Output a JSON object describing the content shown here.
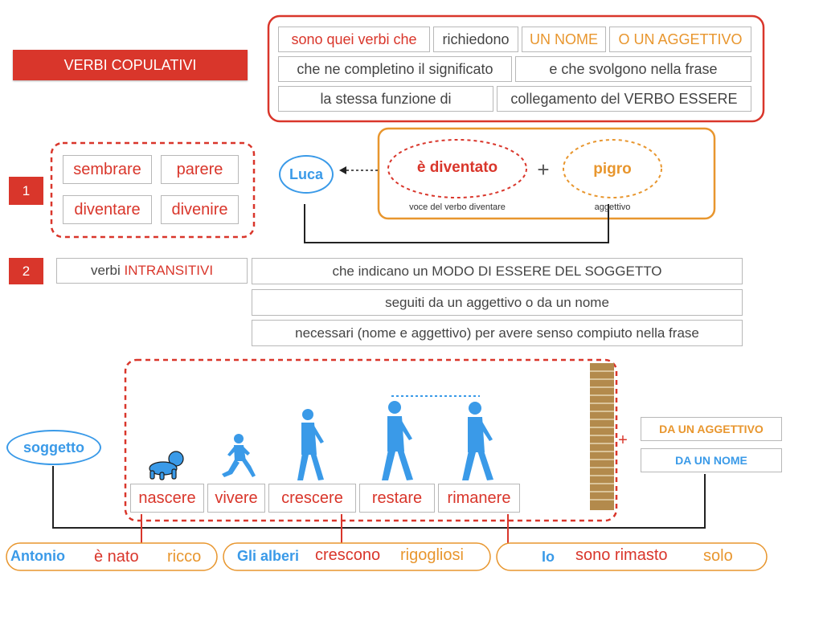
{
  "title": "VERBI COPULATIVI",
  "definition": {
    "row1": [
      "sono quei verbi che",
      "richiedono",
      "UN NOME",
      "O UN AGGETTIVO"
    ],
    "row2": [
      "che ne completino il significato",
      "e che svolgono nella frase"
    ],
    "row3": [
      "la stessa funzione di",
      "collegamento del VERBO ESSERE"
    ]
  },
  "section1": {
    "number": "1",
    "verbs": [
      "sembrare",
      "parere",
      "diventare",
      "divenire"
    ],
    "example": {
      "subject": "Luca",
      "verb": "è diventato",
      "plus": "+",
      "complement": "pigro",
      "verb_caption": "voce del verbo diventare",
      "complement_caption": "aggettivo"
    }
  },
  "section2": {
    "number": "2",
    "label_prefix": "verbi",
    "label_highlight": "INTRANSITIVI",
    "lines": [
      "che indicano un MODO DI ESSERE DEL SOGGETTO",
      "seguiti da un aggettivo o da un nome",
      "necessari (nome e aggettivo) per avere senso compiuto nella frase"
    ]
  },
  "bottom": {
    "subject": "soggetto",
    "verbs": [
      "nascere",
      "vivere",
      "crescere",
      "restare",
      "rimanere"
    ],
    "plus": "+",
    "complements": [
      "DA UN AGGETTIVO",
      "DA UN NOME"
    ],
    "examples": [
      {
        "subject": "Antonio",
        "verb": "è nato",
        "complement": "ricco"
      },
      {
        "subject": "Gli alberi",
        "verb": "crescono",
        "complement": "rigogliosi"
      },
      {
        "subject": "Io",
        "verb": "sono rimasto",
        "complement": "solo"
      }
    ]
  },
  "colors": {
    "red": "#d9362b",
    "orange": "#e8962e",
    "blue": "#3a9ae8",
    "brick": "#b38a4c"
  }
}
